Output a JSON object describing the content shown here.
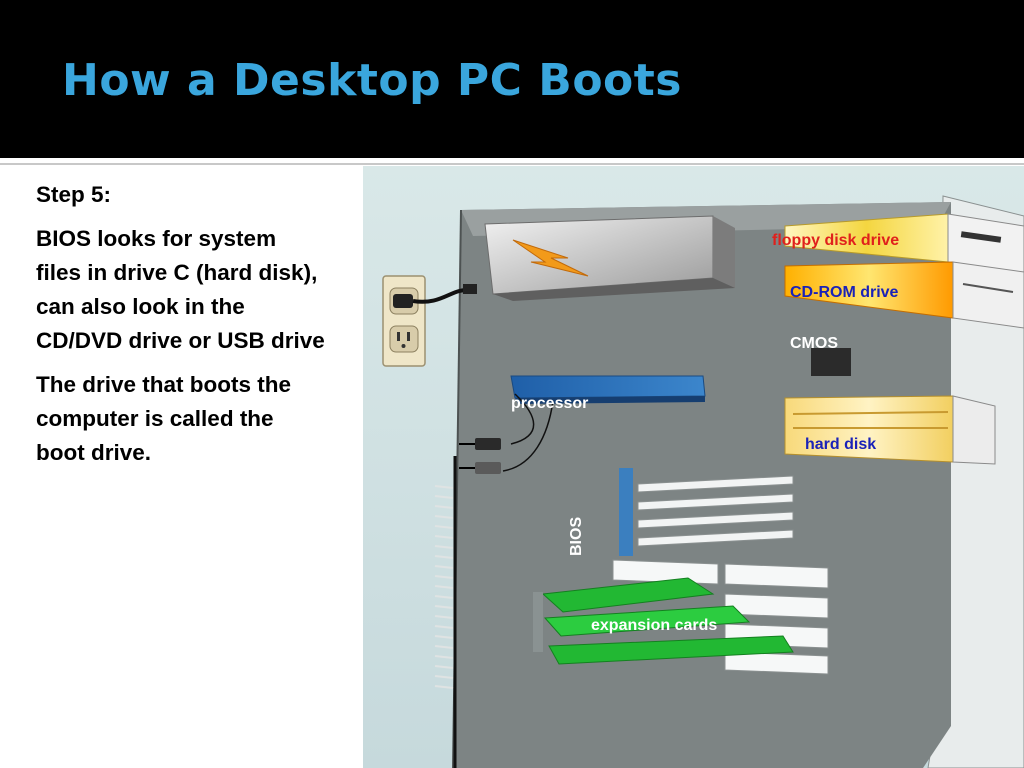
{
  "slide": {
    "title": "How a Desktop PC Boots",
    "step": "Step 5:",
    "paragraph1": "BIOS looks for system files in drive C (hard disk), can also look in the CD/DVD drive or USB drive",
    "paragraph2": "The drive that boots the computer is called the boot drive."
  },
  "diagram": {
    "labels": {
      "floppy": "floppy disk drive",
      "cdrom": "CD-ROM drive",
      "cmos": "CMOS",
      "processor": "processor",
      "harddisk": "hard disk",
      "bios": "BIOS",
      "expansion": "expansion cards"
    },
    "colors": {
      "title": "#3aa6dd",
      "floppy_label": "#e0201c",
      "drive_label": "#1a22b8",
      "green_card": "#29c23a"
    }
  }
}
